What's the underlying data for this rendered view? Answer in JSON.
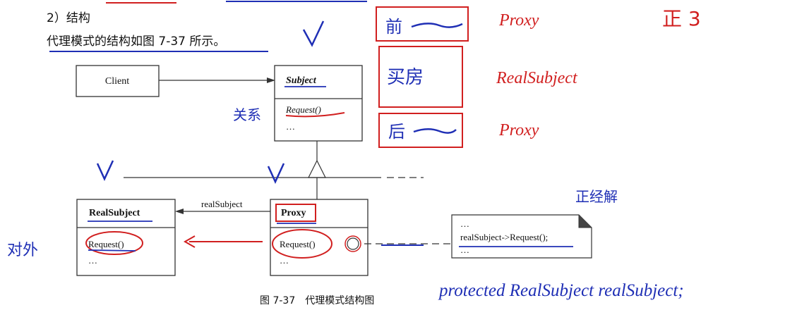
{
  "section": {
    "heading": "2）结构",
    "intro_prefix": "代理模式的结构如图 7-37 所示。"
  },
  "diagram": {
    "client": {
      "name": "Client"
    },
    "subject": {
      "name": "Subject",
      "members": [
        "Request()",
        "…"
      ]
    },
    "real_subject": {
      "name": "RealSubject",
      "members": [
        "Request()",
        "…"
      ]
    },
    "proxy": {
      "name": "Proxy",
      "members": [
        "Request()",
        "…"
      ]
    },
    "association_label": "realSubject",
    "note": {
      "lines": [
        "…",
        "realSubject->Request();",
        "…"
      ]
    },
    "caption": "图 7-37　代理模式结构图"
  },
  "annotations": {
    "proxy_pre": "前",
    "real_subject_mid": "买房",
    "proxy_post": "后",
    "label_proxy_1": "Proxy",
    "label_realsubject": "RealSubject",
    "label_proxy_2": "Proxy",
    "top_right": "正 3",
    "relation": "关系",
    "left_margin": "对外",
    "right_top": "正经解",
    "code_line": "protected RealSubject realSubject;"
  },
  "colors": {
    "ink_blue": "#1f2fb5",
    "ink_red": "#d11f1f",
    "line": "#333333"
  }
}
